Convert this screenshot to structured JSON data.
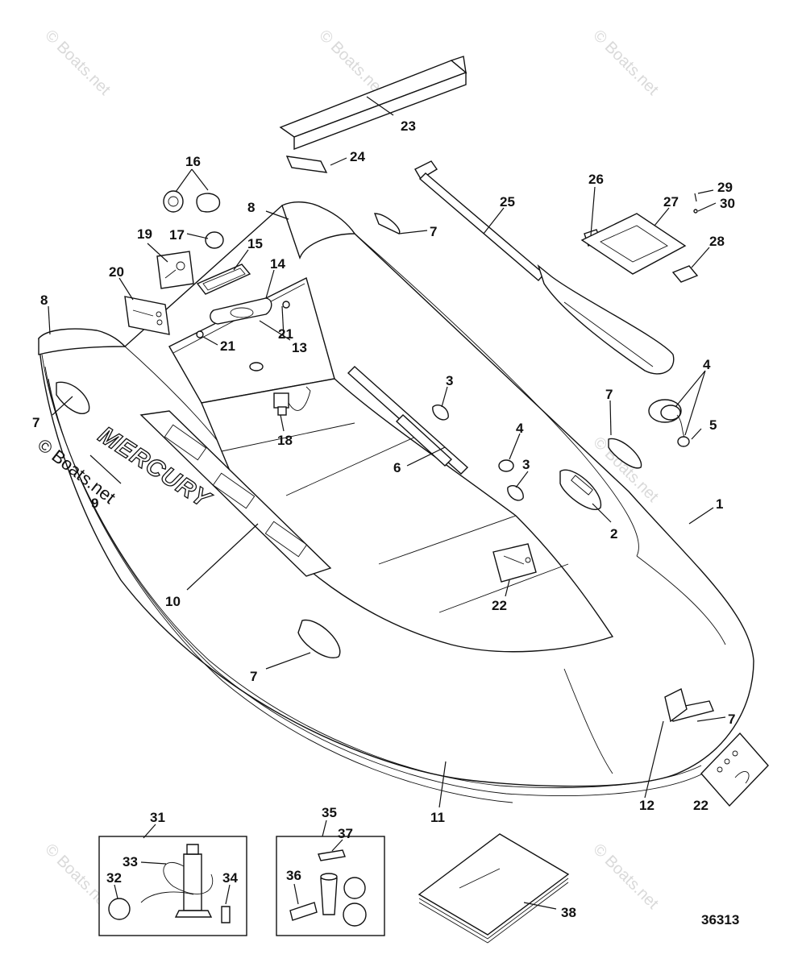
{
  "diagram": {
    "figure_id": "36313",
    "brand_decal": "MERCURY",
    "copyright": "© Boats.net",
    "watermark": "© Boats.net",
    "callouts": [
      "1",
      "2",
      "3",
      "3",
      "4",
      "4",
      "5",
      "6",
      "7",
      "7",
      "7",
      "7",
      "7",
      "8",
      "8",
      "9",
      "10",
      "11",
      "12",
      "13",
      "14",
      "15",
      "16",
      "17",
      "18",
      "19",
      "20",
      "21",
      "21",
      "22",
      "22",
      "23",
      "24",
      "25",
      "26",
      "27",
      "28",
      "29",
      "30",
      "31",
      "32",
      "33",
      "34",
      "35",
      "36",
      "37",
      "38"
    ]
  }
}
